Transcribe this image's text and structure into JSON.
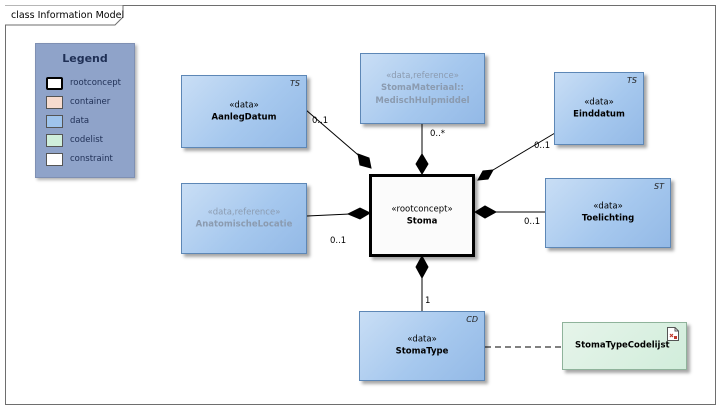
{
  "frame": {
    "title": "class Information Model"
  },
  "legend": {
    "title": "Legend",
    "items": [
      {
        "label": "rootconcept",
        "color": "#ffffff"
      },
      {
        "label": "container",
        "color": "#f7dccf"
      },
      {
        "label": "data",
        "color": "#9fc4ec"
      },
      {
        "label": "codelist",
        "color": "#cfeedb"
      },
      {
        "label": "constraint",
        "color": "#ffffff"
      }
    ]
  },
  "classes": {
    "aanleg": {
      "stereotype": "«data»",
      "name": "AanlegDatum",
      "tag": "TS"
    },
    "materiaal": {
      "stereotype": "«data,reference»",
      "name_line1": "StomaMateriaal::",
      "name_line2": "MedischHulpmiddel"
    },
    "einddatum": {
      "stereotype": "«data»",
      "name": "Einddatum",
      "tag": "TS"
    },
    "anatomische": {
      "stereotype": "«data,reference»",
      "name": "AnatomischeLocatie"
    },
    "stoma": {
      "stereotype": "«rootconcept»",
      "name": "Stoma"
    },
    "toelichting": {
      "stereotype": "«data»",
      "name": "Toelichting",
      "tag": "ST"
    },
    "stomatype": {
      "stereotype": "«data»",
      "name": "StomaType",
      "tag": "CD"
    },
    "codelijst": {
      "name": "StomaTypeCodelijst"
    }
  },
  "multiplicities": {
    "aanleg": "0..1",
    "materiaal": "0..*",
    "einddatum": "0..1",
    "anatomische": "0..1",
    "toelichting": "0..1",
    "stomatype": "1"
  }
}
